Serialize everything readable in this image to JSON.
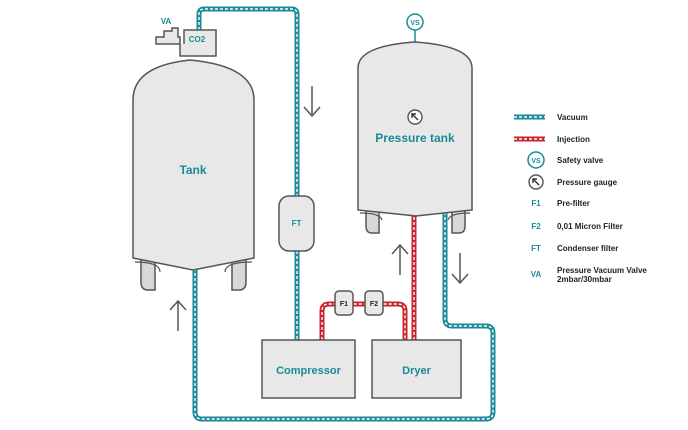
{
  "components": {
    "tank": "Tank",
    "pressure_tank": "Pressure tank",
    "compressor": "Compressor",
    "dryer": "Dryer",
    "ft": "FT",
    "f1": "F1",
    "f2": "F2",
    "va": "VA",
    "co2": "CO2",
    "vs": "VS"
  },
  "legend": {
    "vacuum": "Vacuum",
    "injection": "Injection",
    "safety_valve_symbol": "VS",
    "safety_valve": "Safety valve",
    "pressure_gauge": "Pressure gauge",
    "f1_code": "F1",
    "f1_label": "Pre-filter",
    "f2_code": "F2",
    "f2_label": "0,01 Micron Filter",
    "ft_code": "FT",
    "ft_label": "Condenser filter",
    "va_code": "VA",
    "va_label_line1": "Pressure Vacuum Valve",
    "va_label_line2": "2mbar/30mbar"
  },
  "colors": {
    "vacuum": "#1a8a99",
    "injection": "#c8232c",
    "outline": "#555555",
    "fill": "#e8e8e8"
  }
}
